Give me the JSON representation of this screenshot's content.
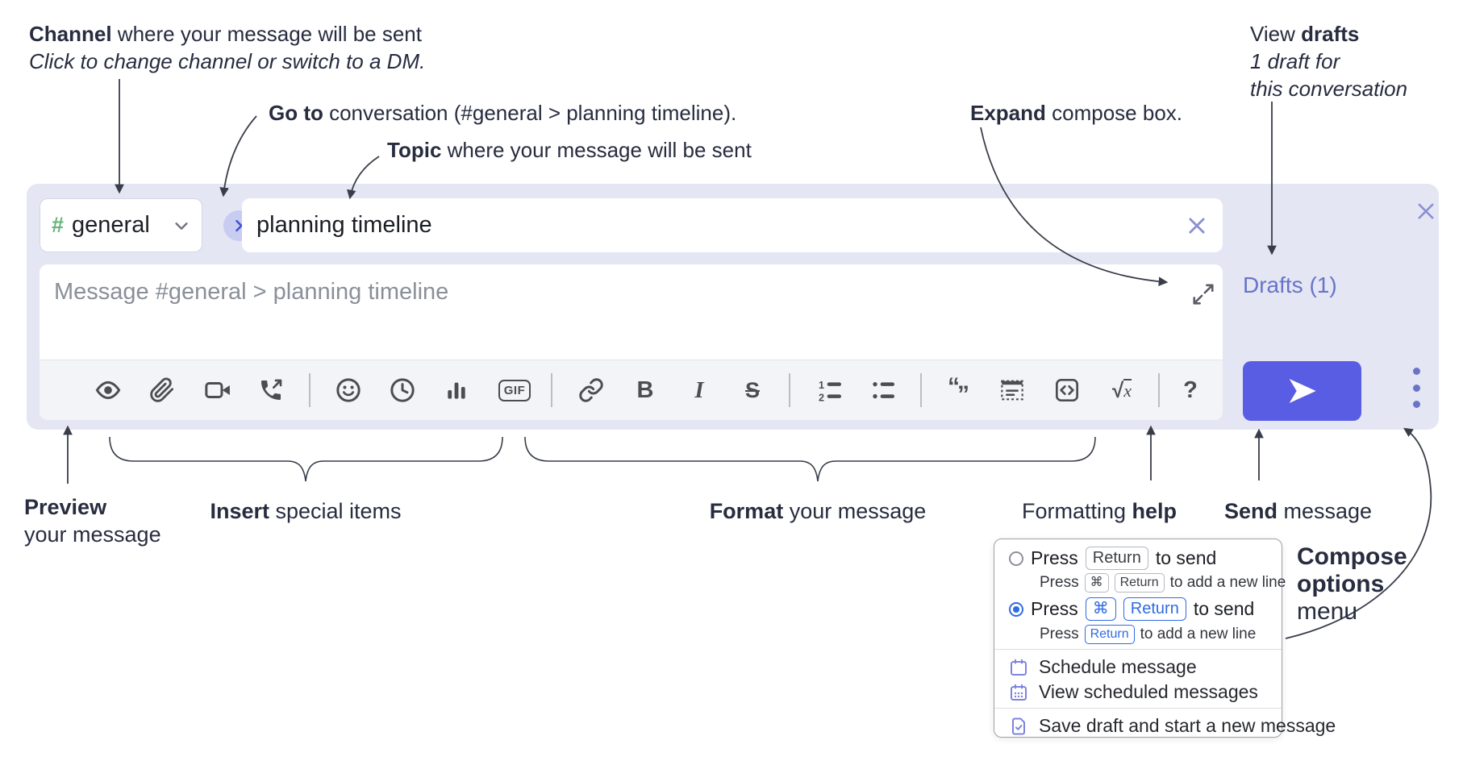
{
  "annotations": {
    "channel_bold": "Channel",
    "channel_rest": " where your message will be sent",
    "channel_sub": "Click to change channel or switch to a DM.",
    "goto_bold": "Go to",
    "goto_rest": " conversation (#general > planning timeline).",
    "topic_bold": "Topic",
    "topic_rest": " where your message will be sent",
    "expand_bold": "Expand",
    "expand_rest": " compose box.",
    "drafts_line1_regular": "View ",
    "drafts_line1_bold": "drafts",
    "drafts_line2": "1 draft for",
    "drafts_line3": "this conversation",
    "preview_bold": "Preview",
    "preview_line2": "your message",
    "insert_bold": "Insert",
    "insert_rest": " special items",
    "format_bold": "Format",
    "format_rest": " your message",
    "help_regular": "Formatting ",
    "help_bold": "help",
    "send_bold": "Send",
    "send_rest": " message",
    "compose_options_line1": "Compose",
    "compose_options_line2": "options",
    "compose_options_line3": "menu"
  },
  "compose": {
    "channel_hash": "#",
    "channel_name": "general",
    "topic_value": "planning timeline",
    "message_placeholder": "Message #general > planning timeline",
    "drafts_label": "Drafts (1)"
  },
  "toolbar": {
    "gif_label": "GIF",
    "bold_label": "B",
    "italic_label": "I",
    "strike_label": "S",
    "quote_open": "“",
    "quote_close": "”",
    "math_sqrt": "√",
    "math_x": "x",
    "help_label": "?"
  },
  "popup": {
    "option1": {
      "prefix": "Press",
      "key1": "Return",
      "suffix": "to send",
      "sub_prefix": "Press",
      "sub_key1": "⌘",
      "sub_key2": "Return",
      "sub_suffix": "to add a new line"
    },
    "option2": {
      "prefix": "Press",
      "key1": "⌘",
      "key2": "Return",
      "suffix": "to send",
      "sub_prefix": "Press",
      "sub_key1": "Return",
      "sub_suffix": "to add a new line"
    },
    "items": [
      "Schedule message",
      "View scheduled messages",
      "Save draft and start a new message"
    ]
  },
  "colors": {
    "panel_lavender": "#e4e6f4",
    "send_indigo": "#595de4",
    "periwinkle": "#6a74c6",
    "channel_green": "#67b579",
    "popup_blue": "#2f6be4",
    "toolbar_icon_gray": "#4a4d52"
  }
}
